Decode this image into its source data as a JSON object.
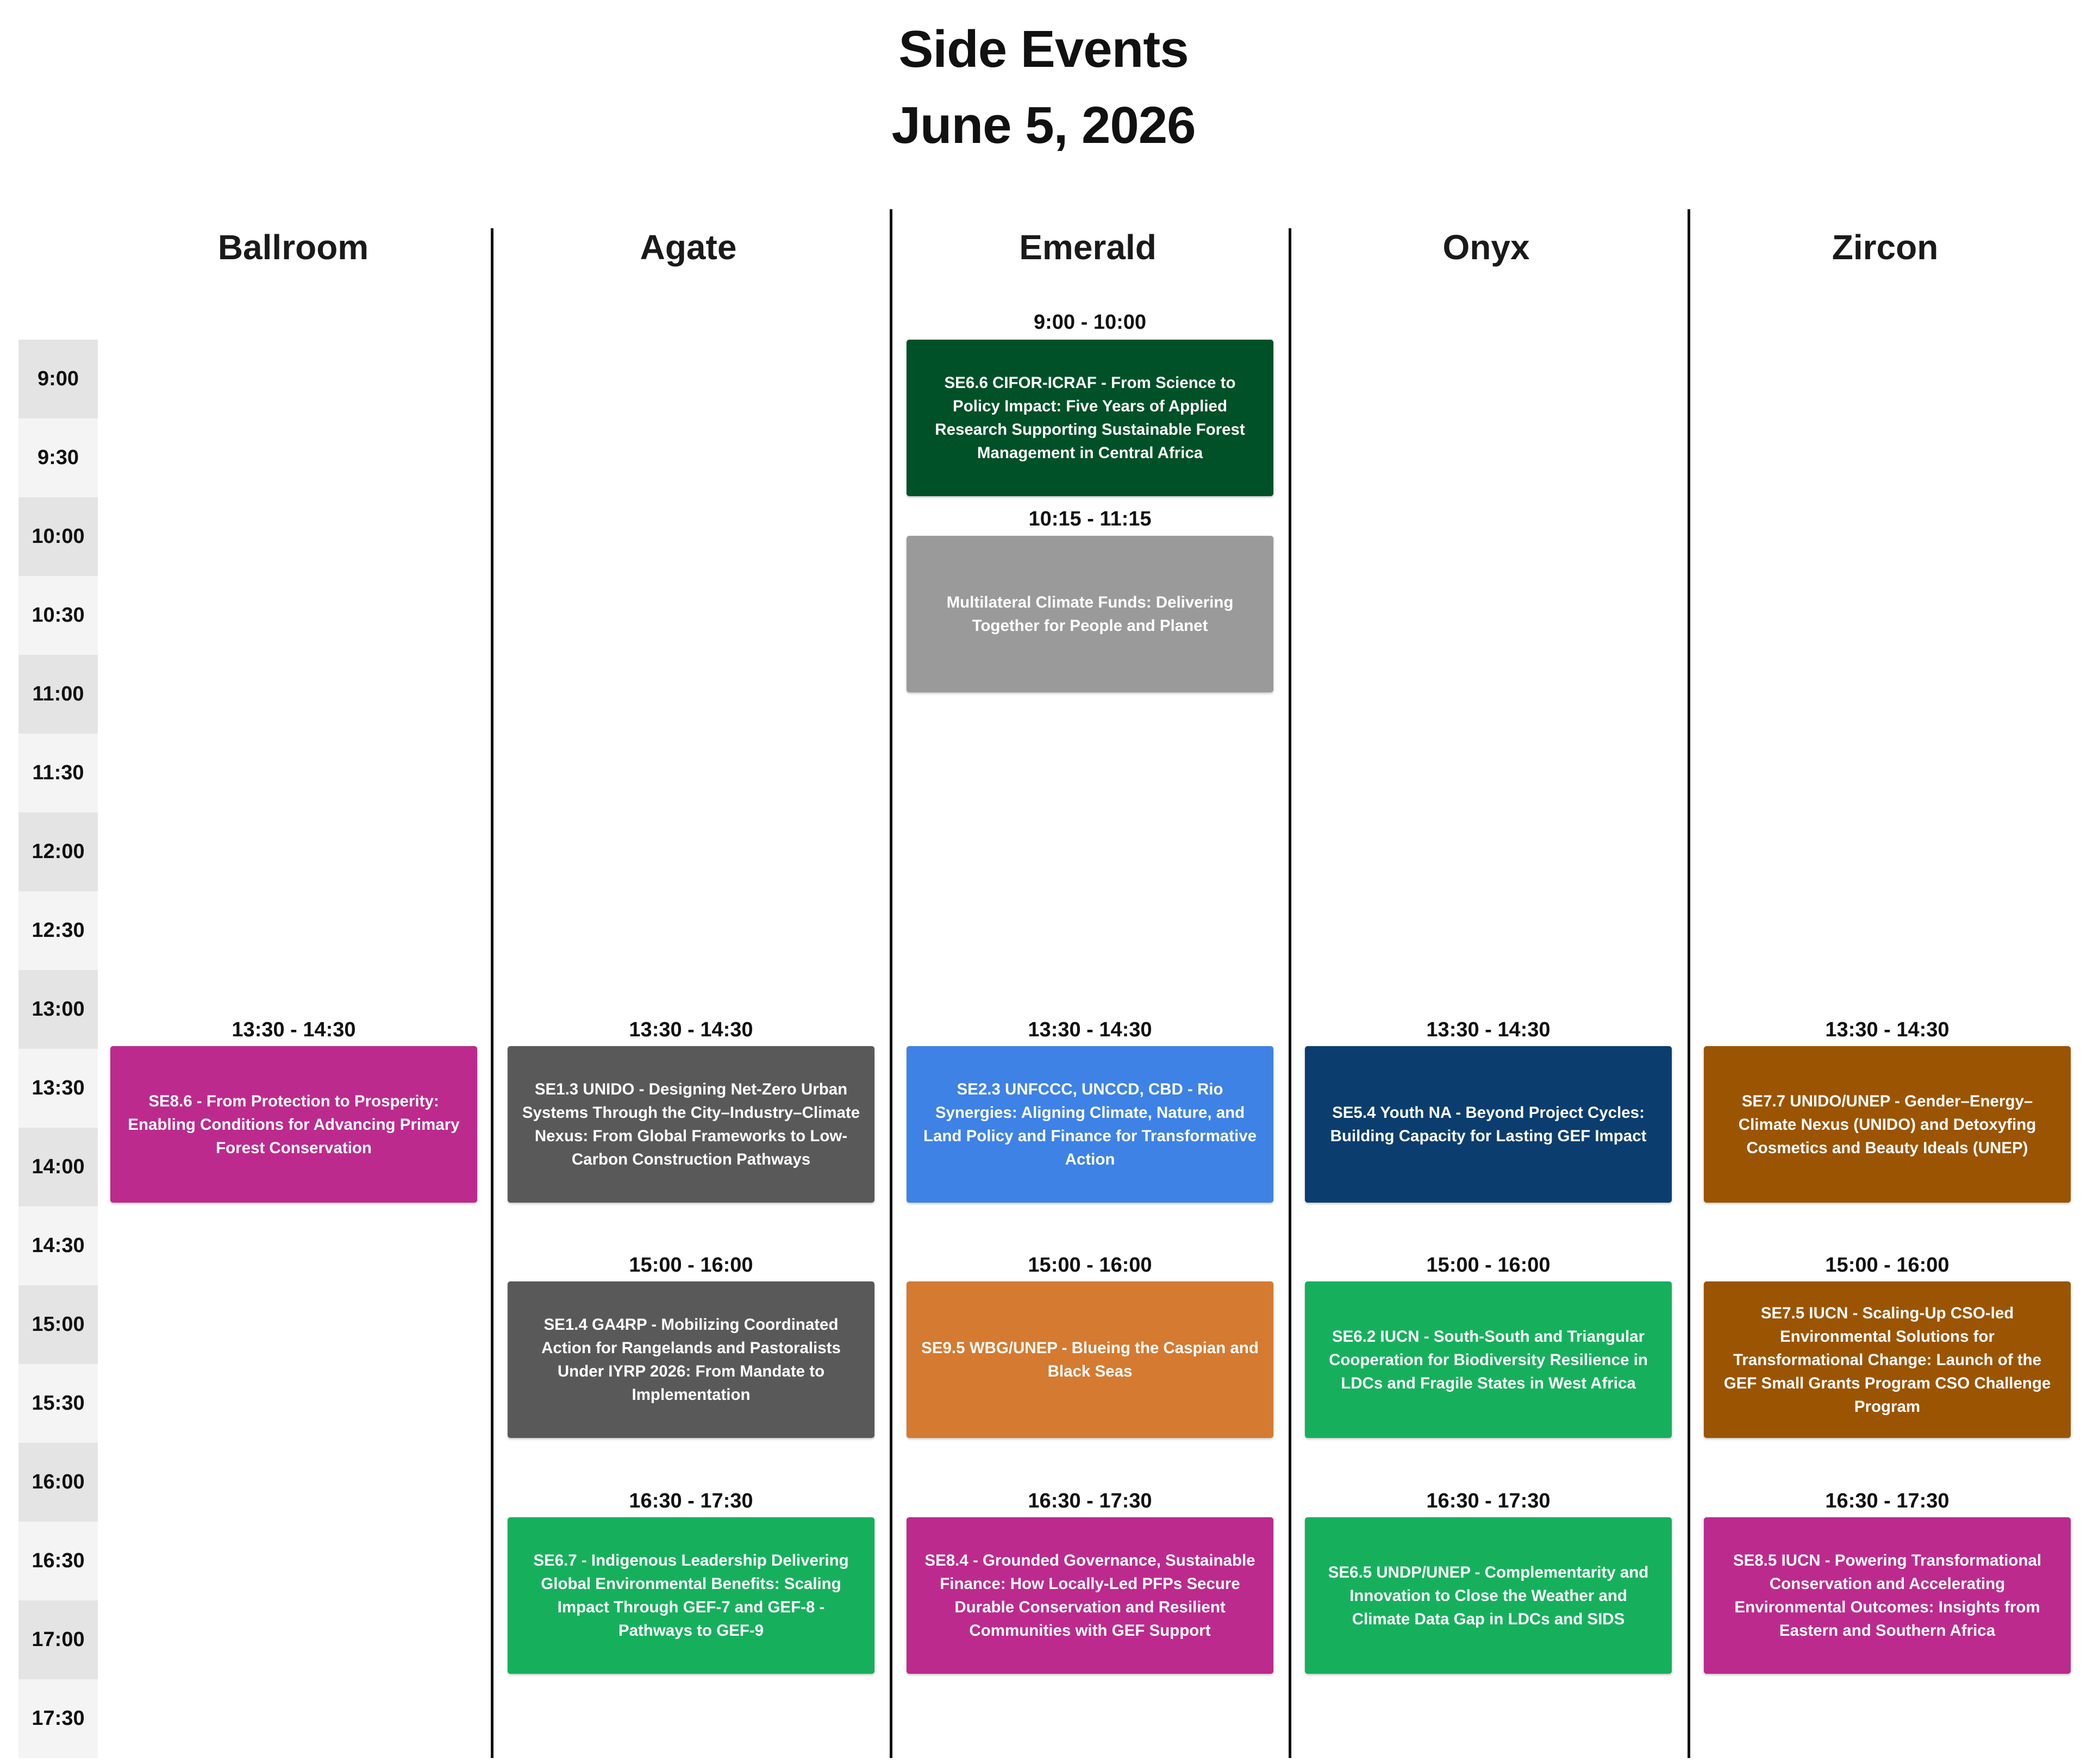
{
  "title": {
    "line1": "Side Events",
    "line2": "June 5, 2026"
  },
  "rooms": [
    "Ballroom",
    "Agate",
    "Emerald",
    "Onyx",
    "Zircon"
  ],
  "time_slots": [
    "9:00",
    "9:30",
    "10:00",
    "10:30",
    "11:00",
    "11:30",
    "12:00",
    "12:30",
    "13:00",
    "13:30",
    "14:00",
    "14:30",
    "15:00",
    "15:30",
    "16:00",
    "16:30",
    "17:00",
    "17:30"
  ],
  "events": {
    "ballroom_1": {
      "time": "13:30 - 14:30",
      "title": "SE8.6 - From Protection to Prosperity: Enabling Conditions for Advancing Primary Forest Conservation",
      "color": "#bc2a8d"
    },
    "agate_1": {
      "time": "13:30 - 14:30",
      "title": "SE1.3 UNIDO - Designing Net-Zero Urban Systems Through the City–Industry–Climate Nexus: From Global Frameworks to Low-Carbon Construction Pathways",
      "color": "#595959"
    },
    "agate_2": {
      "time": "15:00 - 16:00",
      "title": "SE1.4 GA4RP - Mobilizing Coordinated Action for Rangelands and Pastoralists Under IYRP 2026: From Mandate to Implementation",
      "color": "#595959"
    },
    "agate_3": {
      "time": "16:30 - 17:30",
      "title": "SE6.7 - Indigenous Leadership Delivering Global Environmental Benefits:  Scaling Impact Through GEF-7 and GEF-8 - Pathways to GEF-9",
      "color": "#16b05c"
    },
    "emerald_1": {
      "time": "9:00 - 10:00",
      "title": "SE6.6 CIFOR-ICRAF - From Science to Policy Impact: Five Years of Applied Research Supporting Sustainable Forest Management in Central Africa",
      "color": "#005128"
    },
    "emerald_2": {
      "time": "10:15 - 11:15",
      "title": "Multilateral Climate Funds: Delivering Together for People and Planet",
      "color": "#9a9a9a"
    },
    "emerald_3": {
      "time": "13:30 - 14:30",
      "title": "SE2.3 UNFCCC, UNCCD, CBD - Rio Synergies: Aligning Climate, Nature, and Land Policy and Finance for Transformative Action",
      "color": "#3e82e6"
    },
    "emerald_4": {
      "time": "15:00 - 16:00",
      "title": "SE9.5 WBG/UNEP - Blueing the Caspian and Black Seas",
      "color": "#d57a31"
    },
    "emerald_5": {
      "time": "16:30 - 17:30",
      "title": "SE8.4 - Grounded Governance, Sustainable Finance: How Locally-Led PFPs Secure Durable Conservation and Resilient Communities with GEF Support",
      "color": "#bc2a8d"
    },
    "onyx_1": {
      "time": "13:30 - 14:30",
      "title": "SE5.4 Youth NA - Beyond Project Cycles: Building Capacity for Lasting GEF Impact",
      "color": "#0b3e6f"
    },
    "onyx_2": {
      "time": "15:00 - 16:00",
      "title": "SE6.2 IUCN - South-South and Triangular Cooperation for Biodiversity Resilience in LDCs and Fragile States in West Africa",
      "color": "#16b05c"
    },
    "onyx_3": {
      "time": "16:30 - 17:30",
      "title": "SE6.5 UNDP/UNEP - Complementarity and Innovation to Close the Weather and Climate Data Gap in LDCs and SIDS",
      "color": "#16b05c"
    },
    "zircon_1": {
      "time": "13:30 - 14:30",
      "title": "SE7.7 UNIDO/UNEP - Gender–Energy–Climate Nexus (UNIDO) and Detoxyfing Cosmetics and Beauty Ideals (UNEP)",
      "color": "#9b5402"
    },
    "zircon_2": {
      "time": "15:00 - 16:00",
      "title": "SE7.5 IUCN - Scaling-Up CSO-led Environmental Solutions for Transformational Change: Launch of the GEF Small Grants Program CSO Challenge Program",
      "color": "#9b5402"
    },
    "zircon_3": {
      "time": "16:30 - 17:30",
      "title": "SE8.5 IUCN - Powering Transformational Conservation and Accelerating Environmental Outcomes: Insights from Eastern and Southern Africa",
      "color": "#bc2a8d"
    }
  }
}
